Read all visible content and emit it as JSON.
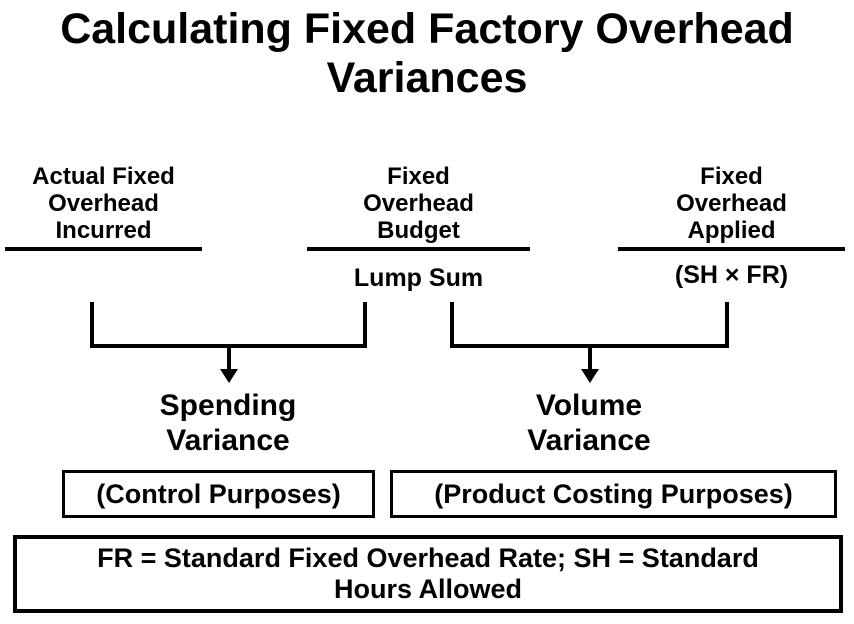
{
  "title": {
    "lines": [
      "Calculating Fixed Factory Overhead",
      "Variances"
    ]
  },
  "columns": [
    {
      "id": "actual-fixed-overhead-incurred",
      "lines": [
        "Actual Fixed",
        "Overhead",
        "Incurred"
      ],
      "sublabel": ""
    },
    {
      "id": "fixed-overhead-budget",
      "lines": [
        "Fixed",
        "Overhead",
        "Budget"
      ],
      "sublabel": "Lump Sum"
    },
    {
      "id": "fixed-overhead-applied",
      "lines": [
        "Fixed",
        "Overhead",
        "Applied"
      ],
      "sublabel": "(SH × FR)"
    }
  ],
  "variances": [
    {
      "id": "spending-variance",
      "lines": [
        "Spending",
        "Variance"
      ],
      "purpose": "(Control Purposes)"
    },
    {
      "id": "volume-variance",
      "lines": [
        "Volume",
        "Variance"
      ],
      "purpose": "(Product Costing Purposes)"
    }
  ],
  "legend": {
    "lines": [
      "FR = Standard Fixed Overhead Rate; SH = Standard",
      "Hours Allowed"
    ]
  },
  "colors": {
    "background": "#ffffff",
    "text": "#000000",
    "line": "#000000"
  }
}
